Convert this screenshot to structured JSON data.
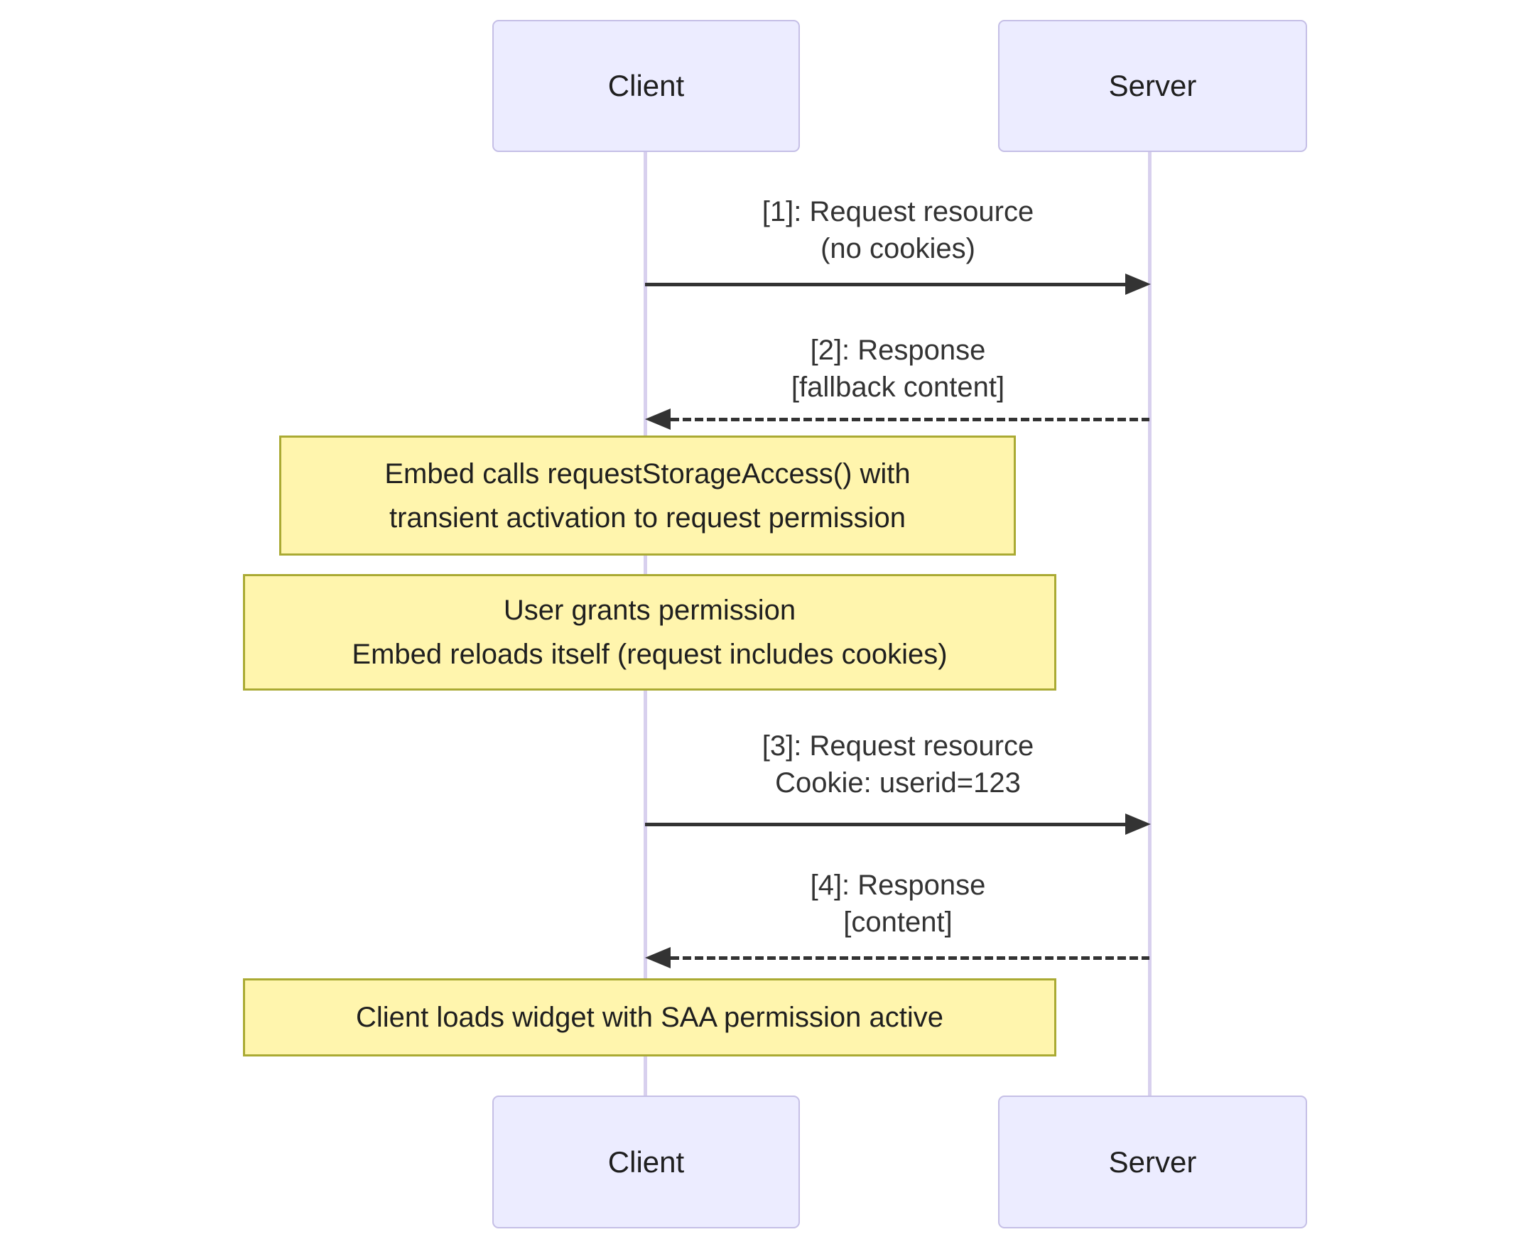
{
  "diagram": {
    "type": "sequence",
    "actors": [
      {
        "label": "Client"
      },
      {
        "label": "Server"
      }
    ],
    "messages": [
      {
        "lines": [
          "[1]: Request resource",
          "(no cookies)"
        ],
        "from": "Client",
        "to": "Server",
        "line_style": "solid"
      },
      {
        "lines": [
          "[2]: Response",
          "[fallback content]"
        ],
        "from": "Server",
        "to": "Client",
        "line_style": "dashed"
      },
      {
        "lines": [
          "[3]: Request resource",
          "Cookie: userid=123"
        ],
        "from": "Client",
        "to": "Server",
        "line_style": "solid"
      },
      {
        "lines": [
          "[4]: Response",
          "[content]"
        ],
        "from": "Server",
        "to": "Client",
        "line_style": "dashed"
      }
    ],
    "notes": [
      {
        "lines": [
          "Embed calls requestStorageAccess() with",
          "transient activation to request permission"
        ]
      },
      {
        "lines": [
          "User grants permission",
          "Embed reloads itself (request includes cookies)"
        ]
      },
      {
        "lines": [
          "Client loads widget with SAA permission active"
        ]
      }
    ],
    "colors": {
      "background": "#FFFFFF",
      "actor_fill": "#ECECFF",
      "actor_border": "#C5BFE6",
      "lifeline": "#D8D0EE",
      "note_fill": "#FFF5AD",
      "note_border": "#AAAA33",
      "text": "#333333",
      "arrow": "#333333"
    }
  }
}
